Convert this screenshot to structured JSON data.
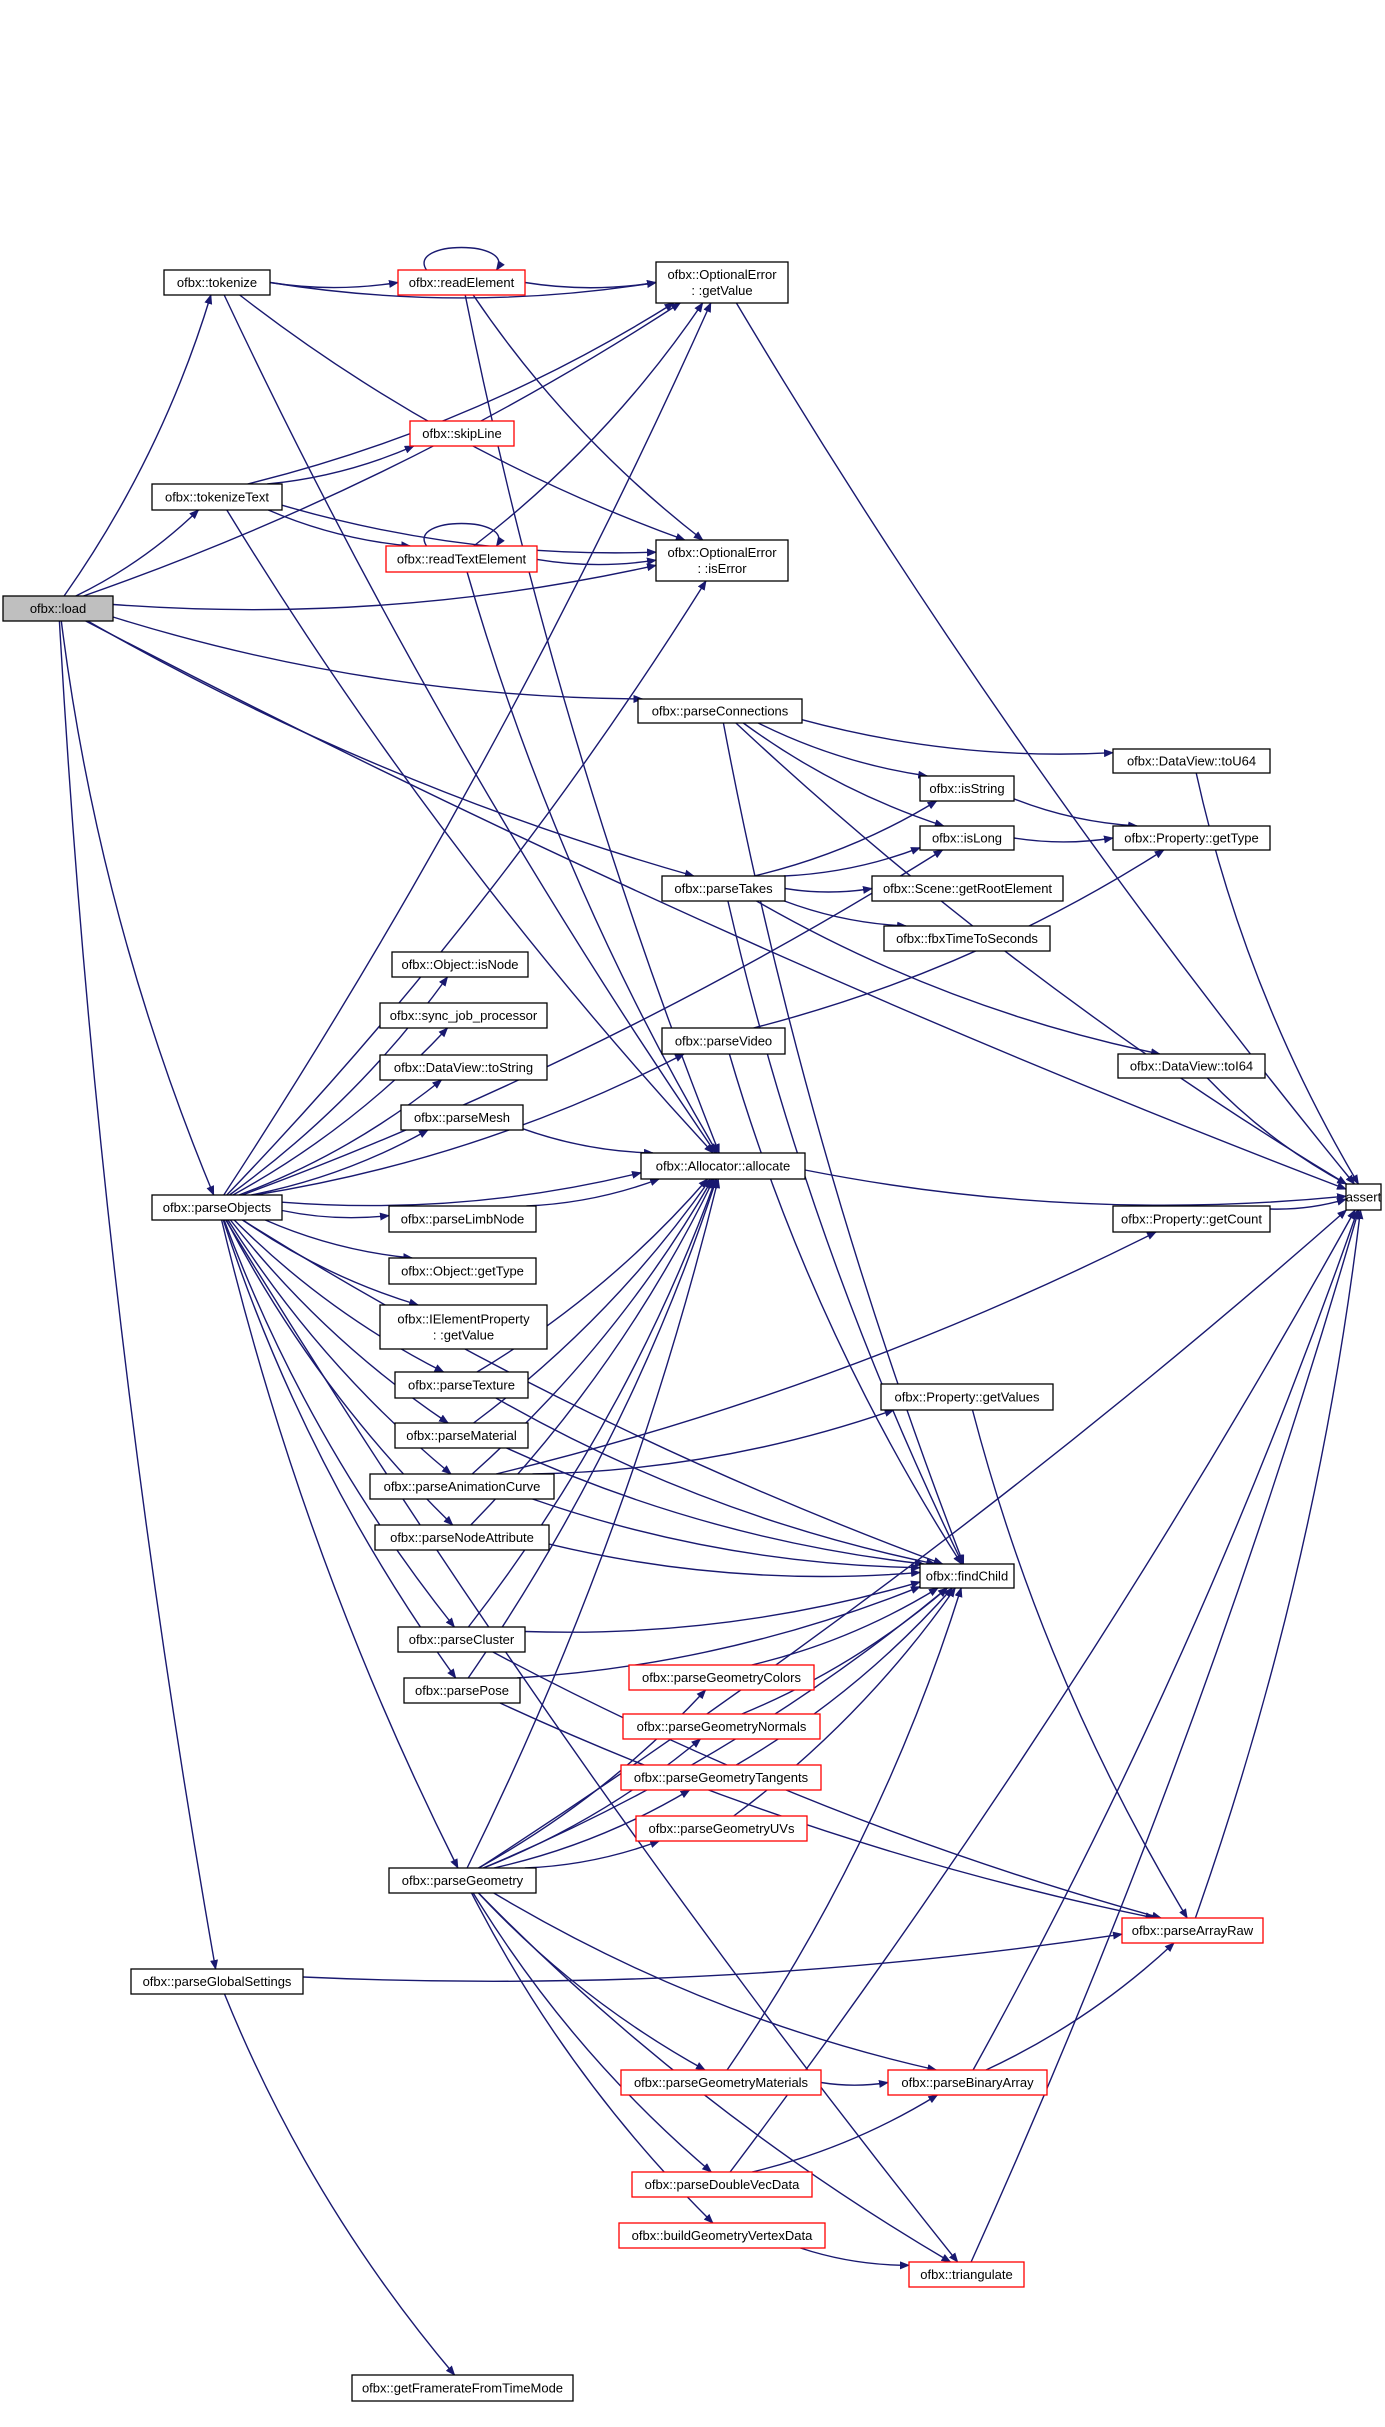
{
  "diagram": {
    "nodes": [
      {
        "id": "load",
        "lines": [
          "ofbx::load"
        ],
        "current": true
      },
      {
        "id": "tokenize",
        "lines": [
          "ofbx::tokenize"
        ]
      },
      {
        "id": "readElement",
        "lines": [
          "ofbx::readElement"
        ],
        "red": true
      },
      {
        "id": "getValueOE",
        "lines": [
          "ofbx::OptionalError",
          ": :getValue"
        ]
      },
      {
        "id": "skipLine",
        "lines": [
          "ofbx::skipLine"
        ],
        "red": true
      },
      {
        "id": "tokenizeText",
        "lines": [
          "ofbx::tokenizeText"
        ]
      },
      {
        "id": "readTextElement",
        "lines": [
          "ofbx::readTextElement"
        ],
        "red": true
      },
      {
        "id": "isError",
        "lines": [
          "ofbx::OptionalError",
          ": :isError"
        ]
      },
      {
        "id": "parseConnections",
        "lines": [
          "ofbx::parseConnections"
        ]
      },
      {
        "id": "toU64",
        "lines": [
          "ofbx::DataView::toU64"
        ]
      },
      {
        "id": "isString",
        "lines": [
          "ofbx::isString"
        ]
      },
      {
        "id": "isLong",
        "lines": [
          "ofbx::isLong"
        ]
      },
      {
        "id": "getType",
        "lines": [
          "ofbx::Property::getType"
        ]
      },
      {
        "id": "parseTakes",
        "lines": [
          "ofbx::parseTakes"
        ]
      },
      {
        "id": "getRootElement",
        "lines": [
          "ofbx::Scene::getRootElement"
        ]
      },
      {
        "id": "fbxTime",
        "lines": [
          "ofbx::fbxTimeToSeconds"
        ]
      },
      {
        "id": "isNode",
        "lines": [
          "ofbx::Object::isNode"
        ]
      },
      {
        "id": "syncJob",
        "lines": [
          "ofbx::sync_job_processor"
        ]
      },
      {
        "id": "toString",
        "lines": [
          "ofbx::DataView::toString"
        ]
      },
      {
        "id": "parseVideo",
        "lines": [
          "ofbx::parseVideo"
        ]
      },
      {
        "id": "toI64",
        "lines": [
          "ofbx::DataView::toI64"
        ]
      },
      {
        "id": "parseMesh",
        "lines": [
          "ofbx::parseMesh"
        ]
      },
      {
        "id": "allocate",
        "lines": [
          "ofbx::Allocator::allocate"
        ]
      },
      {
        "id": "parseObjects",
        "lines": [
          "ofbx::parseObjects"
        ]
      },
      {
        "id": "assert",
        "lines": [
          "assert"
        ]
      },
      {
        "id": "parseLimbNode",
        "lines": [
          "ofbx::parseLimbNode"
        ]
      },
      {
        "id": "getCount",
        "lines": [
          "ofbx::Property::getCount"
        ]
      },
      {
        "id": "objGetType",
        "lines": [
          "ofbx::Object::getType"
        ]
      },
      {
        "id": "ieGetValue",
        "lines": [
          "ofbx::IElementProperty",
          ": :getValue"
        ]
      },
      {
        "id": "parseTexture",
        "lines": [
          "ofbx::parseTexture"
        ]
      },
      {
        "id": "getValues",
        "lines": [
          "ofbx::Property::getValues"
        ]
      },
      {
        "id": "parseMaterial",
        "lines": [
          "ofbx::parseMaterial"
        ]
      },
      {
        "id": "parseAnimCurve",
        "lines": [
          "ofbx::parseAnimationCurve"
        ]
      },
      {
        "id": "parseNodeAttr",
        "lines": [
          "ofbx::parseNodeAttribute"
        ]
      },
      {
        "id": "findChild",
        "lines": [
          "ofbx::findChild"
        ]
      },
      {
        "id": "parseCluster",
        "lines": [
          "ofbx::parseCluster"
        ]
      },
      {
        "id": "geoColors",
        "lines": [
          "ofbx::parseGeometryColors"
        ],
        "red": true
      },
      {
        "id": "parsePose",
        "lines": [
          "ofbx::parsePose"
        ]
      },
      {
        "id": "geoNormals",
        "lines": [
          "ofbx::parseGeometryNormals"
        ],
        "red": true
      },
      {
        "id": "geoTangents",
        "lines": [
          "ofbx::parseGeometryTangents"
        ],
        "red": true
      },
      {
        "id": "geoUVs",
        "lines": [
          "ofbx::parseGeometryUVs"
        ],
        "red": true
      },
      {
        "id": "parseGeometry",
        "lines": [
          "ofbx::parseGeometry"
        ]
      },
      {
        "id": "parseArrayRaw",
        "lines": [
          "ofbx::parseArrayRaw"
        ],
        "red": true
      },
      {
        "id": "parseGlobal",
        "lines": [
          "ofbx::parseGlobalSettings"
        ]
      },
      {
        "id": "geoMaterials",
        "lines": [
          "ofbx::parseGeometryMaterials"
        ],
        "red": true
      },
      {
        "id": "parseBinaryArray",
        "lines": [
          "ofbx::parseBinaryArray"
        ],
        "red": true
      },
      {
        "id": "parseDoubleVec",
        "lines": [
          "ofbx::parseDoubleVecData"
        ],
        "red": true
      },
      {
        "id": "buildGeoVertex",
        "lines": [
          "ofbx::buildGeometryVertexData"
        ],
        "red": true
      },
      {
        "id": "triangulate",
        "lines": [
          "ofbx::triangulate"
        ],
        "red": true
      },
      {
        "id": "getFramerate",
        "lines": [
          "ofbx::getFramerateFromTimeMode"
        ]
      }
    ],
    "edges": [
      [
        "load",
        "tokenize"
      ],
      [
        "load",
        "tokenizeText"
      ],
      [
        "load",
        "isError"
      ],
      [
        "load",
        "getValueOE"
      ],
      [
        "load",
        "assert"
      ],
      [
        "load",
        "parseConnections"
      ],
      [
        "load",
        "parseTakes"
      ],
      [
        "load",
        "parseObjects"
      ],
      [
        "load",
        "parseGlobal"
      ],
      [
        "tokenize",
        "readElement"
      ],
      [
        "tokenize",
        "getValueOE"
      ],
      [
        "tokenize",
        "isError"
      ],
      [
        "tokenize",
        "allocate"
      ],
      [
        "readElement",
        "readElement"
      ],
      [
        "readElement",
        "getValueOE"
      ],
      [
        "readElement",
        "isError"
      ],
      [
        "readElement",
        "allocate"
      ],
      [
        "tokenizeText",
        "skipLine"
      ],
      [
        "tokenizeText",
        "readTextElement"
      ],
      [
        "tokenizeText",
        "getValueOE"
      ],
      [
        "tokenizeText",
        "isError"
      ],
      [
        "tokenizeText",
        "allocate"
      ],
      [
        "readTextElement",
        "readTextElement"
      ],
      [
        "readTextElement",
        "getValueOE"
      ],
      [
        "readTextElement",
        "isError"
      ],
      [
        "readTextElement",
        "allocate"
      ],
      [
        "getValueOE",
        "assert"
      ],
      [
        "parseConnections",
        "toU64"
      ],
      [
        "parseConnections",
        "isString"
      ],
      [
        "parseConnections",
        "isLong"
      ],
      [
        "parseConnections",
        "findChild"
      ],
      [
        "parseConnections",
        "assert"
      ],
      [
        "toU64",
        "assert"
      ],
      [
        "isString",
        "getType"
      ],
      [
        "isLong",
        "getType"
      ],
      [
        "parseTakes",
        "isString"
      ],
      [
        "parseTakes",
        "isLong"
      ],
      [
        "parseTakes",
        "getRootElement"
      ],
      [
        "parseTakes",
        "fbxTime"
      ],
      [
        "parseTakes",
        "toI64"
      ],
      [
        "parseTakes",
        "findChild"
      ],
      [
        "toI64",
        "assert"
      ],
      [
        "parseVideo",
        "getType"
      ],
      [
        "parseVideo",
        "findChild"
      ],
      [
        "parseObjects",
        "isNode"
      ],
      [
        "parseObjects",
        "syncJob"
      ],
      [
        "parseObjects",
        "toString"
      ],
      [
        "parseObjects",
        "parseMesh"
      ],
      [
        "parseObjects",
        "allocate"
      ],
      [
        "parseObjects",
        "parseLimbNode"
      ],
      [
        "parseObjects",
        "objGetType"
      ],
      [
        "parseObjects",
        "ieGetValue"
      ],
      [
        "parseObjects",
        "parseTexture"
      ],
      [
        "parseObjects",
        "parseMaterial"
      ],
      [
        "parseObjects",
        "parseAnimCurve"
      ],
      [
        "parseObjects",
        "parseNodeAttr"
      ],
      [
        "parseObjects",
        "findChild"
      ],
      [
        "parseObjects",
        "parseCluster"
      ],
      [
        "parseObjects",
        "parsePose"
      ],
      [
        "parseObjects",
        "parseGeometry"
      ],
      [
        "parseObjects",
        "parseVideo"
      ],
      [
        "parseObjects",
        "isLong"
      ],
      [
        "parseObjects",
        "isError"
      ],
      [
        "parseObjects",
        "getValueOE"
      ],
      [
        "parseObjects",
        "triangulate"
      ],
      [
        "parseMesh",
        "allocate"
      ],
      [
        "parseLimbNode",
        "allocate"
      ],
      [
        "allocate",
        "assert"
      ],
      [
        "parseTexture",
        "allocate"
      ],
      [
        "parseTexture",
        "findChild"
      ],
      [
        "parseMaterial",
        "allocate"
      ],
      [
        "parseMaterial",
        "findChild"
      ],
      [
        "parseAnimCurve",
        "getCount"
      ],
      [
        "parseAnimCurve",
        "getValues"
      ],
      [
        "parseAnimCurve",
        "allocate"
      ],
      [
        "parseAnimCurve",
        "findChild"
      ],
      [
        "parseNodeAttr",
        "allocate"
      ],
      [
        "parseNodeAttr",
        "findChild"
      ],
      [
        "parseCluster",
        "findChild"
      ],
      [
        "parseCluster",
        "allocate"
      ],
      [
        "parseCluster",
        "parseArrayRaw"
      ],
      [
        "parsePose",
        "findChild"
      ],
      [
        "parsePose",
        "allocate"
      ],
      [
        "parsePose",
        "parseArrayRaw"
      ],
      [
        "getValues",
        "parseArrayRaw"
      ],
      [
        "getCount",
        "assert"
      ],
      [
        "parseGeometry",
        "geoColors"
      ],
      [
        "parseGeometry",
        "geoNormals"
      ],
      [
        "parseGeometry",
        "geoTangents"
      ],
      [
        "parseGeometry",
        "geoUVs"
      ],
      [
        "parseGeometry",
        "findChild"
      ],
      [
        "parseGeometry",
        "allocate"
      ],
      [
        "parseGeometry",
        "geoMaterials"
      ],
      [
        "parseGeometry",
        "parseBinaryArray"
      ],
      [
        "parseGeometry",
        "parseDoubleVec"
      ],
      [
        "parseGeometry",
        "buildGeoVertex"
      ],
      [
        "parseGeometry",
        "triangulate"
      ],
      [
        "parseGeometry",
        "assert"
      ],
      [
        "geoColors",
        "findChild"
      ],
      [
        "geoNormals",
        "findChild"
      ],
      [
        "geoTangents",
        "findChild"
      ],
      [
        "geoUVs",
        "findChild"
      ],
      [
        "geoMaterials",
        "parseBinaryArray"
      ],
      [
        "geoMaterials",
        "findChild"
      ],
      [
        "parseBinaryArray",
        "parseArrayRaw"
      ],
      [
        "parseBinaryArray",
        "assert"
      ],
      [
        "parseArrayRaw",
        "assert"
      ],
      [
        "parseDoubleVec",
        "parseBinaryArray"
      ],
      [
        "parseDoubleVec",
        "assert"
      ],
      [
        "buildGeoVertex",
        "triangulate"
      ],
      [
        "triangulate",
        "assert"
      ],
      [
        "parseGlobal",
        "getFramerate"
      ],
      [
        "parseGlobal",
        "parseArrayRaw"
      ]
    ]
  }
}
